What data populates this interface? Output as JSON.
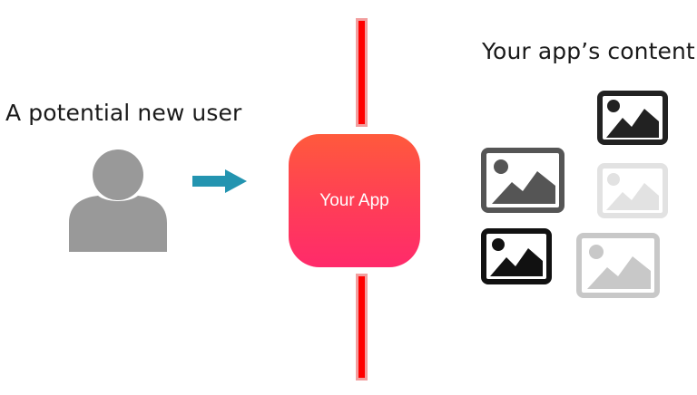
{
  "user": {
    "caption": "A potential new user",
    "icon": "user-silhouette-icon",
    "color": "#999999"
  },
  "arrow": {
    "icon": "arrow-right-icon",
    "color": "#2394b0"
  },
  "app": {
    "name": "Your App",
    "gradient_top": "#ff5a3c",
    "gradient_bottom": "#ff2a6b"
  },
  "barrier": {
    "color": "#ff0000"
  },
  "content": {
    "caption": "Your app’s content",
    "icon": "image-icon",
    "items": [
      {
        "name": "image-icon-1",
        "color": "#222222"
      },
      {
        "name": "image-icon-2",
        "color": "#555555"
      },
      {
        "name": "image-icon-3",
        "color": "#e2e2e2"
      },
      {
        "name": "image-icon-4",
        "color": "#111111"
      },
      {
        "name": "image-icon-5",
        "color": "#c8c8c8"
      }
    ]
  }
}
